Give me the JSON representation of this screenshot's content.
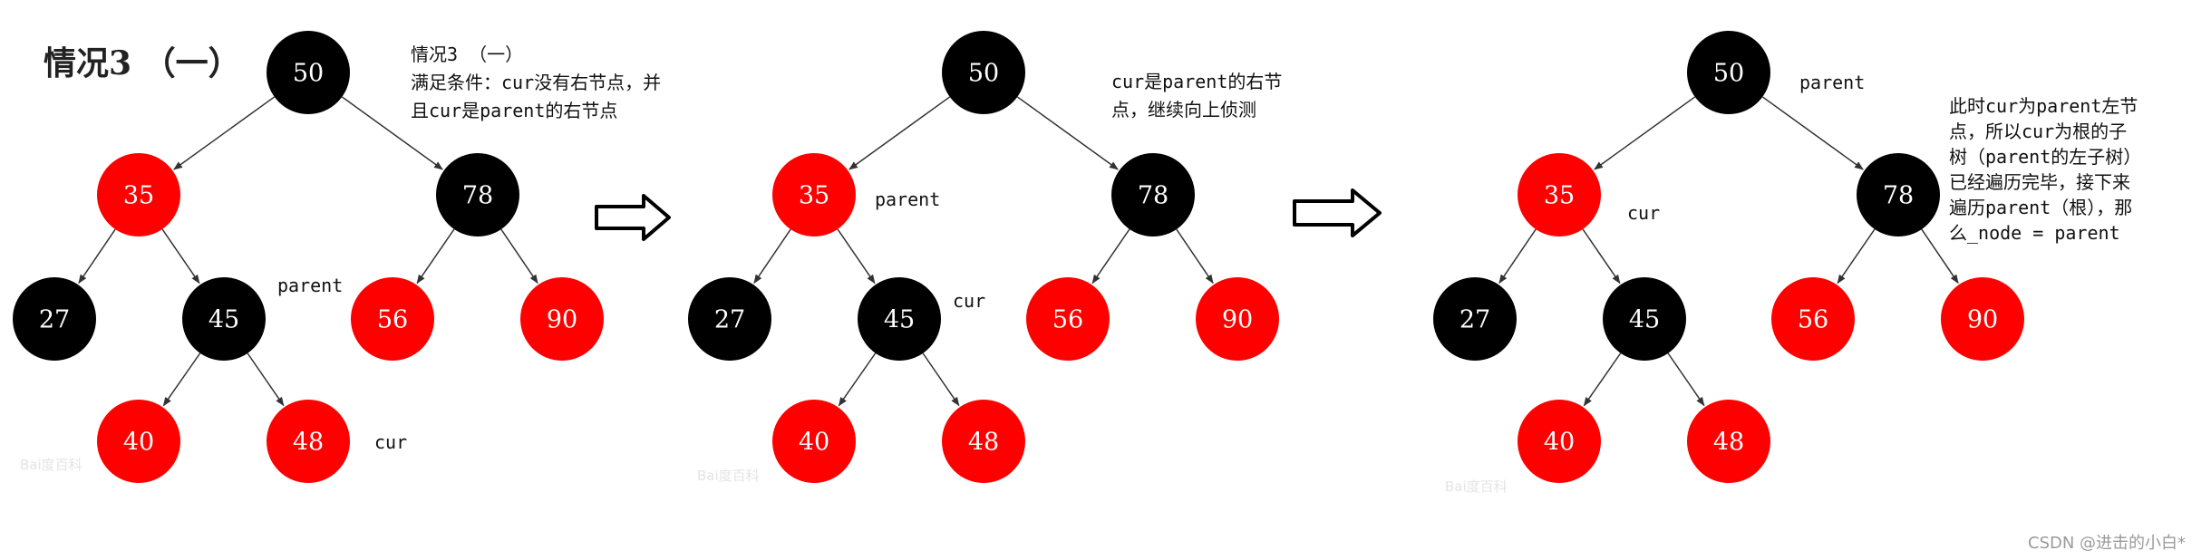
{
  "colors": {
    "red": "#ff0000",
    "black": "#000000",
    "edge": "#333333"
  },
  "title": "情况3 （一）",
  "panels": [
    {
      "nodes": [
        {
          "id": "n50",
          "value": "50",
          "color": "black"
        },
        {
          "id": "n35",
          "value": "35",
          "color": "red"
        },
        {
          "id": "n78",
          "value": "78",
          "color": "black"
        },
        {
          "id": "n27",
          "value": "27",
          "color": "black"
        },
        {
          "id": "n45",
          "value": "45",
          "color": "black"
        },
        {
          "id": "n56",
          "value": "56",
          "color": "red"
        },
        {
          "id": "n90",
          "value": "90",
          "color": "red"
        },
        {
          "id": "n40",
          "value": "40",
          "color": "red"
        },
        {
          "id": "n48",
          "value": "48",
          "color": "red"
        }
      ],
      "labels": [
        {
          "text": "parent",
          "at": "n45"
        },
        {
          "text": "cur",
          "at": "n48"
        }
      ],
      "note": [
        "情况3 （一）",
        "满足条件：cur没有右节点，并",
        "且cur是parent的右节点"
      ]
    },
    {
      "nodes": [
        {
          "id": "n50",
          "value": "50",
          "color": "black"
        },
        {
          "id": "n35",
          "value": "35",
          "color": "red"
        },
        {
          "id": "n78",
          "value": "78",
          "color": "black"
        },
        {
          "id": "n27",
          "value": "27",
          "color": "black"
        },
        {
          "id": "n45",
          "value": "45",
          "color": "black"
        },
        {
          "id": "n56",
          "value": "56",
          "color": "red"
        },
        {
          "id": "n90",
          "value": "90",
          "color": "red"
        },
        {
          "id": "n40",
          "value": "40",
          "color": "red"
        },
        {
          "id": "n48",
          "value": "48",
          "color": "red"
        }
      ],
      "labels": [
        {
          "text": "parent",
          "at": "n35"
        },
        {
          "text": "cur",
          "at": "n45"
        }
      ],
      "note": [
        "cur是parent的右节",
        "点，继续向上侦测"
      ]
    },
    {
      "nodes": [
        {
          "id": "n50",
          "value": "50",
          "color": "black"
        },
        {
          "id": "n35",
          "value": "35",
          "color": "red"
        },
        {
          "id": "n78",
          "value": "78",
          "color": "black"
        },
        {
          "id": "n27",
          "value": "27",
          "color": "black"
        },
        {
          "id": "n45",
          "value": "45",
          "color": "black"
        },
        {
          "id": "n56",
          "value": "56",
          "color": "red"
        },
        {
          "id": "n90",
          "value": "90",
          "color": "red"
        },
        {
          "id": "n40",
          "value": "40",
          "color": "red"
        },
        {
          "id": "n48",
          "value": "48",
          "color": "red"
        }
      ],
      "labels": [
        {
          "text": "parent",
          "at": "n50"
        },
        {
          "text": "cur",
          "at": "n35"
        }
      ],
      "note": [
        "此时cur为parent左节",
        "点，所以cur为根的子",
        "树（parent的左子树）",
        "已经遍历完毕，接下来",
        "遍历parent（根），那",
        "么_node = parent"
      ]
    }
  ],
  "edges": [
    [
      "n50",
      "n35"
    ],
    [
      "n50",
      "n78"
    ],
    [
      "n35",
      "n27"
    ],
    [
      "n35",
      "n45"
    ],
    [
      "n78",
      "n56"
    ],
    [
      "n78",
      "n90"
    ],
    [
      "n45",
      "n40"
    ],
    [
      "n45",
      "n48"
    ]
  ],
  "watermark": "Bai度百科",
  "footer": "CSDN @进击的小白*"
}
